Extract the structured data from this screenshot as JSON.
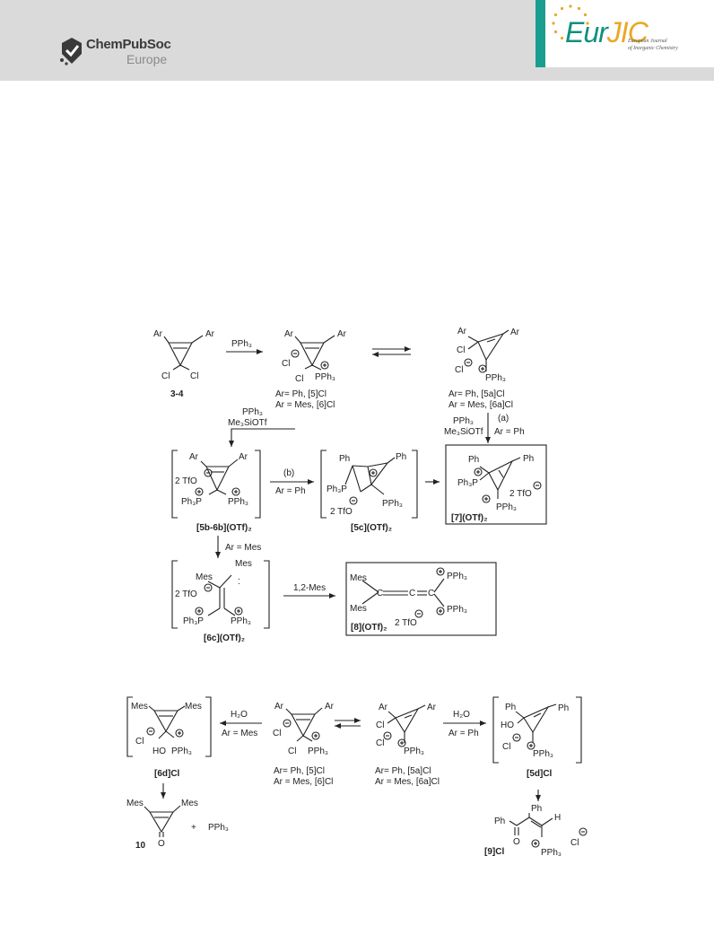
{
  "header": {
    "publisher_name": "ChemPubSoc",
    "publisher_region": "Europe",
    "journal_abbrev_a": "Eur",
    "journal_abbrev_b": "JIC",
    "journal_tagline_1": "European Journal",
    "journal_tagline_2": "of Inorganic Chemistry"
  },
  "colors": {
    "teal": "#10907f",
    "gold": "#e9a824",
    "header_bg": "#dadada"
  },
  "scheme1": {
    "start": {
      "ar1": "Ar",
      "ar2": "Ar",
      "cl1": "Cl",
      "cl2": "Cl",
      "label": "3-4"
    },
    "step1_reagent": "PPh₃",
    "int5": {
      "ar1": "Ar",
      "ar2": "Ar",
      "cl": "Cl",
      "counter": "Cl",
      "pph3": "PPh₃",
      "label_1": "Ar= Ph, [5]Cl",
      "label_2": "Ar = Mes, [6]Cl"
    },
    "int5a": {
      "ar1": "Ar",
      "ar2": "Ar",
      "cl": "Cl",
      "counter": "Cl",
      "pph3": "PPh₃",
      "label_1": "Ar= Ph, [5a]Cl",
      "label_2": "Ar = Mes, [6a]Cl"
    },
    "step_down_reagent_1": "PPh₃",
    "step_down_reagent_2": "Me₃SiOTf",
    "step_a_reagent_1": "PPh₃",
    "step_a_reagent_2": "Me₃SiOTf",
    "step_a_tag": "(a)",
    "step_a_cond": "Ar = Ph",
    "int5b": {
      "ar1": "Ar",
      "ar2": "Ar",
      "tfo": "2 TfO",
      "p1": "Ph₃P",
      "p2": "PPh₃",
      "label": "[5b-6b](OTf)₂"
    },
    "step_b_tag": "(b)",
    "step_b_cond": "Ar = Ph",
    "int5c": {
      "ph1": "Ph",
      "ph2": "Ph",
      "p1": "Ph₃P",
      "tfo": "2 TfO",
      "p2": "PPh₃",
      "label": "[5c](OTf)₂"
    },
    "prod7": {
      "ph1": "Ph",
      "ph2": "Ph",
      "p1": "Ph₃P",
      "tfo": "2 TfO",
      "p2": "PPh₃",
      "label": "[7](OTf)₂"
    },
    "step_mes_cond": "Ar = Mes",
    "int6c": {
      "mes1": "Mes",
      "mes2": "Mes",
      "tfo": "2 TfO",
      "p1": "Ph₃P",
      "p2": "PPh₃",
      "label": "[6c](OTf)₂"
    },
    "step_mes_shift": "1,2-Mes",
    "prod8": {
      "mes1": "Mes",
      "mes2": "Mes",
      "p1": "PPh₃",
      "p2": "PPh₃",
      "tfo": "2 TfO",
      "label": "[8](OTf)₂"
    }
  },
  "scheme2": {
    "int6d": {
      "mes1": "Mes",
      "mes2": "Mes",
      "counter": "Cl",
      "ho": "HO",
      "pph3": "PPh₃",
      "label": "[6d]Cl"
    },
    "step_h2o_left": "H₂O",
    "step_left_cond": "Ar = Mes",
    "int5": {
      "ar1": "Ar",
      "ar2": "Ar",
      "counter": "Cl",
      "cl": "Cl",
      "pph3": "PPh₃",
      "label_1": "Ar= Ph, [5]Cl",
      "label_2": "Ar = Mes, [6]Cl"
    },
    "int5a": {
      "ar1": "Ar",
      "ar2": "Ar",
      "cl": "Cl",
      "counter": "Cl",
      "pph3": "PPh₃",
      "label_1": "Ar= Ph, [5a]Cl",
      "label_2": "Ar = Mes, [6a]Cl"
    },
    "step_h2o_right": "H₂O",
    "step_right_cond": "Ar = Ph",
    "int5d": {
      "ph1": "Ph",
      "ph2": "Ph",
      "ho": "HO",
      "counter": "Cl",
      "pph3": "PPh₃",
      "label": "[5d]Cl"
    },
    "prod10": {
      "mes1": "Mes",
      "mes2": "Mes",
      "o": "O",
      "plus": "+",
      "pph3": "PPh₃",
      "label": "10"
    },
    "prod9": {
      "ph1": "Ph",
      "ph2": "Ph",
      "o": "O",
      "h": "H",
      "counter": "Cl",
      "pph3": "PPh₃",
      "label": "[9]Cl"
    }
  }
}
